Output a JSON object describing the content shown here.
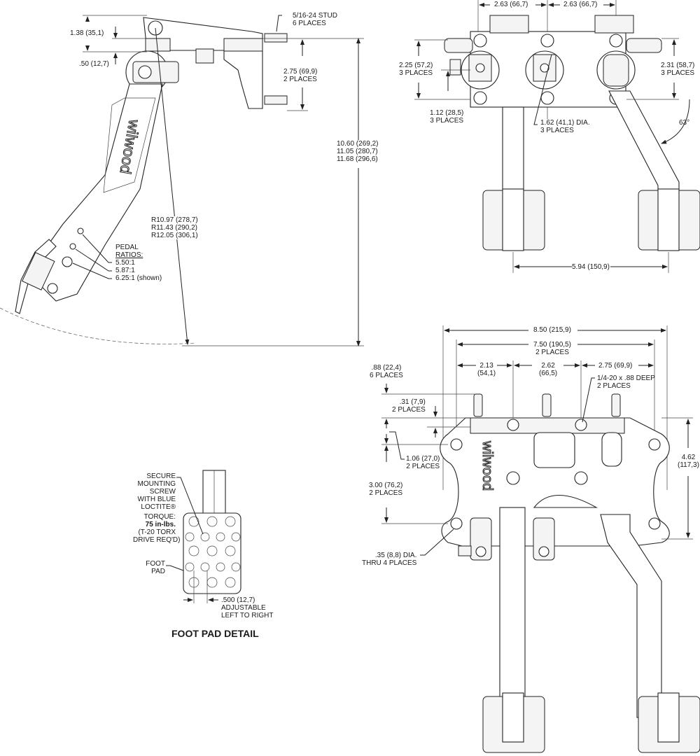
{
  "side_view": {
    "stud_callout": [
      "5/16-24 STUD",
      "6 PLACES"
    ],
    "dim_top_offset": "1.38 (35,1)",
    "dim_pivot_offset": ".50 (12,7)",
    "dim_stud_spacing": [
      "2.75 (69,9)",
      "2 PLACES"
    ],
    "dim_heights": [
      "10.60 (269,2)",
      "11.05 (280,7)",
      "11.68 (296,6)"
    ],
    "dim_radii": [
      "R10.97 (278,7)",
      "R11.43 (290,2)",
      "R12.05 (306,1)"
    ],
    "pedal_ratios_title": [
      "PEDAL",
      "RATIOS:"
    ],
    "pedal_ratios": [
      "5.50:1",
      "5.87:1",
      "6.25:1 (shown)"
    ],
    "brand": "wilwood"
  },
  "top_view": {
    "dim_spacing_left": "2.63 (66,7)",
    "dim_spacing_right": "2.63 (66,7)",
    "dim_left_height": [
      "2.25 (57,2)",
      "3 PLACES"
    ],
    "dim_right_height": [
      "2.31 (58,7)",
      "3 PLACES"
    ],
    "dim_offset": [
      "1.12 (28,5)",
      "3 PLACES"
    ],
    "dim_bore": [
      "1.62 (41,1) DIA.",
      "3 PLACES"
    ],
    "angle": "63°",
    "dim_pad_spacing": "5.94 (150,9)"
  },
  "front_view": {
    "dim_overall_width": "8.50 (215,9)",
    "dim_hole_width": [
      "7.50 (190,5)",
      "2 PLACES"
    ],
    "dim_213": [
      "2.13",
      "(54,1)"
    ],
    "dim_262": [
      "2.62",
      "(66,5)"
    ],
    "dim_275": "2.75 (69,9)",
    "dim_stud_height": [
      ".88 (22,4)",
      "6 PLACES"
    ],
    "dim_031": [
      ".31 (7,9)",
      "2 PLACES"
    ],
    "tap_callout": [
      "1/4-20 x .88 DEEP",
      "2 PLACES"
    ],
    "dim_106": [
      "1.06 (27,0)",
      "2 PLACES"
    ],
    "dim_300": [
      "3.00 (76,2)",
      "2 PLACES"
    ],
    "dim_462": [
      "4.62",
      "(117,3)"
    ],
    "hole_callout": [
      ".35 (8,8) DIA.",
      "THRU 4 PLACES"
    ],
    "brand": "wilwood"
  },
  "foot_pad_detail": {
    "title": "FOOT PAD DETAIL",
    "screw_note": [
      "SECURE",
      "MOUNTING",
      "SCREW",
      "WITH BLUE",
      "LOCTITE®"
    ],
    "torque_label": "TORQUE:",
    "torque_value": "75 in-lbs.",
    "torque_note": [
      "(T-20 TORX",
      "DRIVE REQ'D)"
    ],
    "foot_pad_label": [
      "FOOT",
      "PAD"
    ],
    "adjust_dim": [
      ".500 (12,7)",
      "ADJUSTABLE",
      "LEFT TO RIGHT"
    ]
  }
}
